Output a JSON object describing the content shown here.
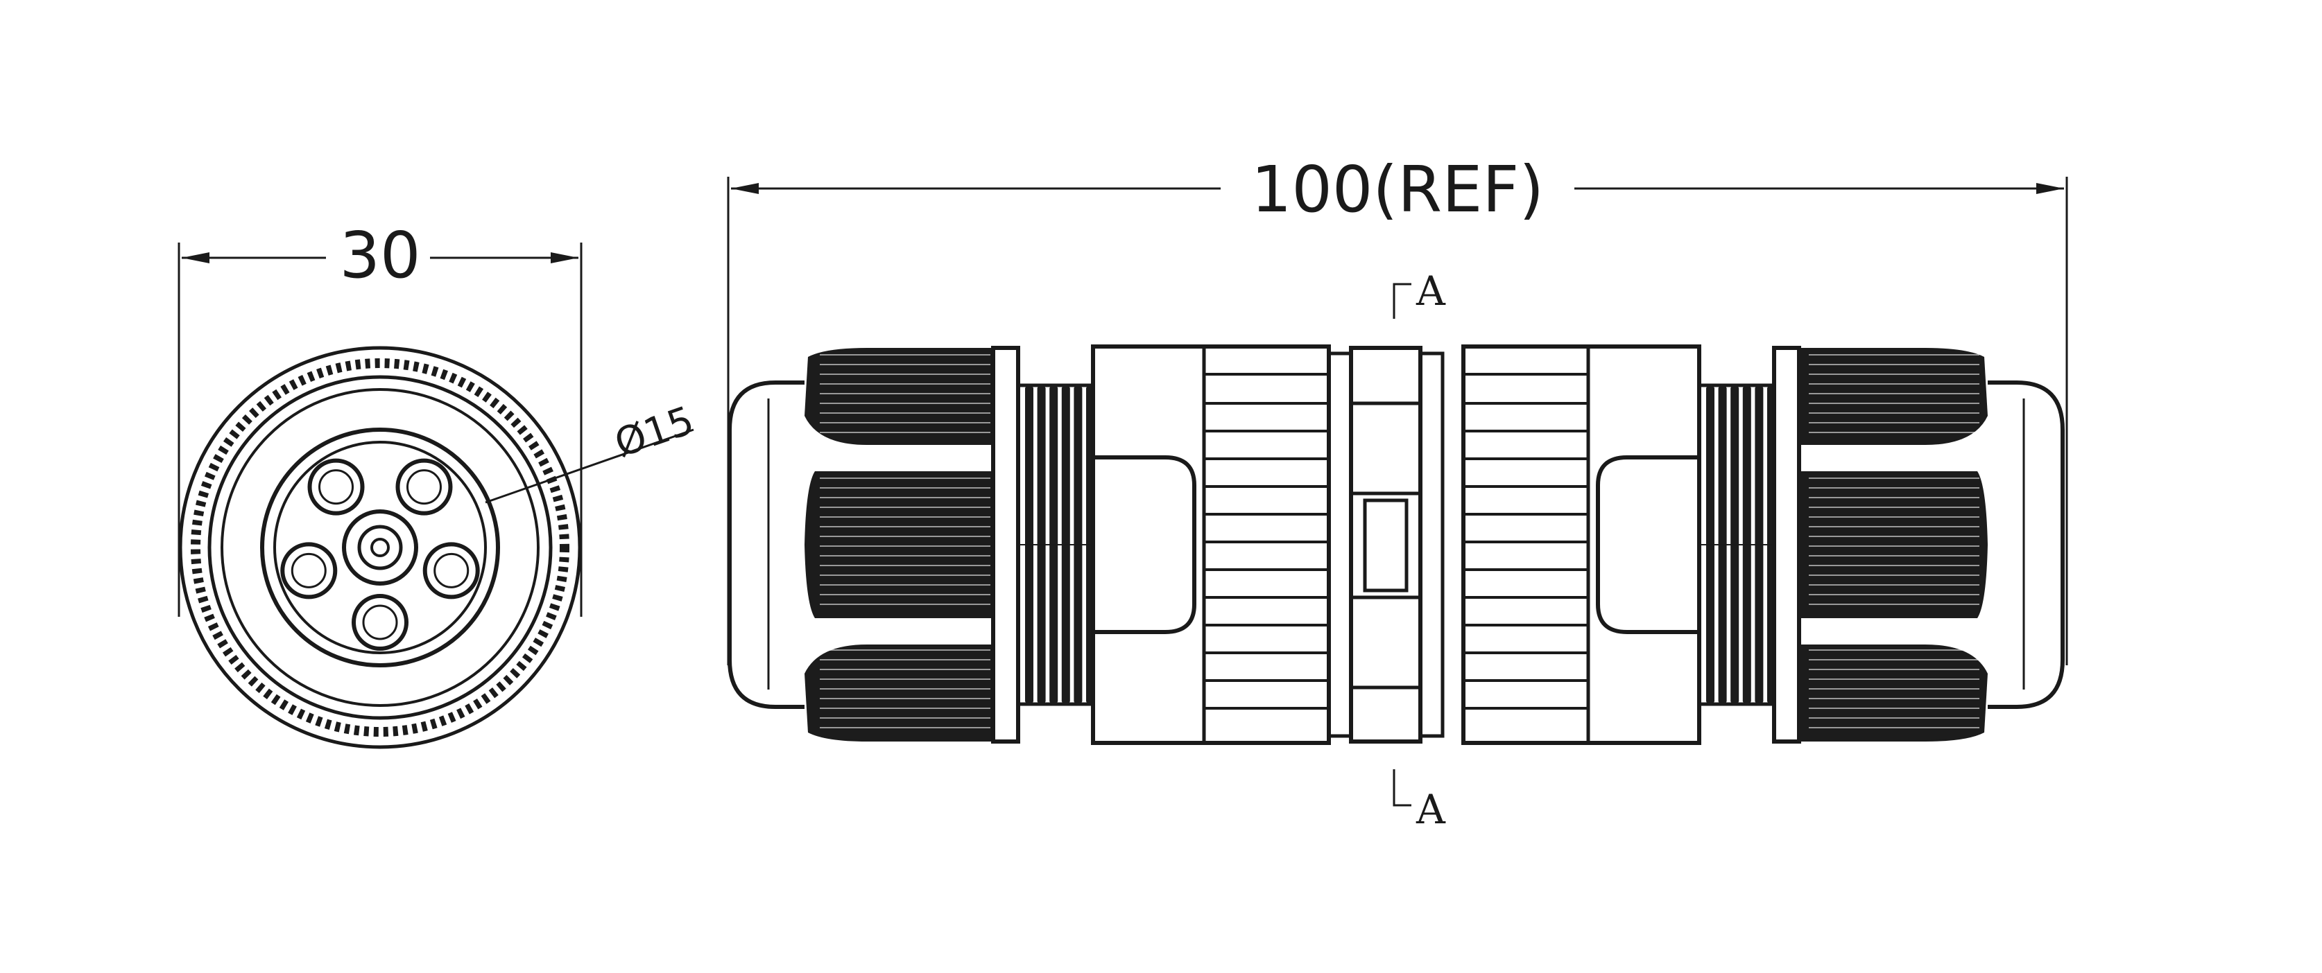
{
  "drawing": {
    "end_view": {
      "width_dimension": "30",
      "bore_diameter": "Ø15"
    },
    "side_view": {
      "length_dimension": "100(REF)",
      "section_label_top": "A",
      "section_label_bottom": "A"
    },
    "colors": {
      "line": "#1a1a1a",
      "knurl_fill": "#1c1c1c",
      "background": "#ffffff"
    }
  }
}
